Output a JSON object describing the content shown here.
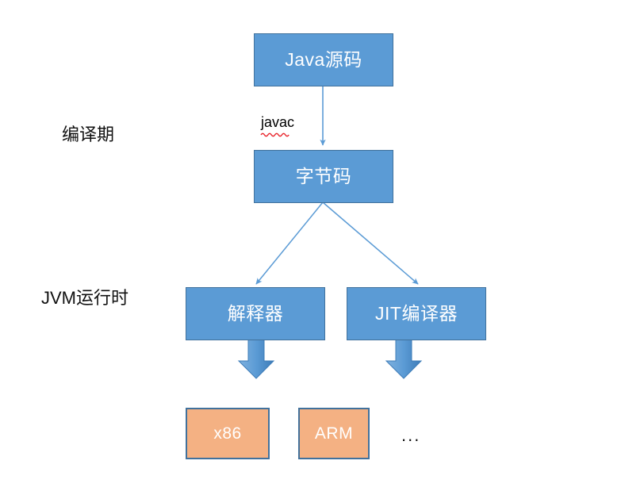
{
  "diagram": {
    "title": "Java compile and JVM runtime pipeline",
    "colors": {
      "box_blue_fill": "#5B9BD5",
      "box_blue_stroke": "#41719C",
      "box_orange_fill": "#F4B183",
      "box_orange_stroke": "#41719C",
      "connector_blue": "#5B9BD5",
      "divider_blue": "#4A86C8",
      "text_white": "#FFFFFF",
      "text_black": "#111111",
      "spellcheck_red": "#E8232A"
    },
    "stage_labels": [
      {
        "id": "compile-time",
        "text": "编译期"
      },
      {
        "id": "jvm-runtime",
        "text": "JVM运行时"
      }
    ],
    "nodes": [
      {
        "id": "java-source",
        "text": "Java源码",
        "style": "blue"
      },
      {
        "id": "bytecode",
        "text": "字节码",
        "style": "blue"
      },
      {
        "id": "interpreter",
        "text": "解释器",
        "style": "blue"
      },
      {
        "id": "jit-compiler",
        "text": "JIT编译器",
        "style": "blue"
      },
      {
        "id": "x86",
        "text": "x86",
        "style": "orange"
      },
      {
        "id": "arm",
        "text": "ARM",
        "style": "orange"
      }
    ],
    "edge_labels": [
      {
        "id": "javac",
        "text": "javac",
        "spellchecked": true
      }
    ],
    "ellipsis": "...",
    "dividers": 2
  }
}
